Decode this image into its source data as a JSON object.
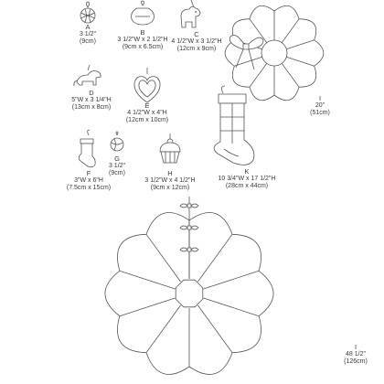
{
  "items": [
    {
      "id": "A",
      "letter": "A",
      "dims": "3 1/2\"",
      "metric": "(9cm)"
    },
    {
      "id": "B",
      "letter": "B",
      "dims": "3 1/2\"W x 2 1/2\"H",
      "metric": "(9cm x 6.5cm)"
    },
    {
      "id": "C",
      "letter": "C",
      "dims": "4 1/2\"W x 3 1/2\"H",
      "metric": "(12cm x 9cm)"
    },
    {
      "id": "D",
      "letter": "D",
      "dims": "5\"W x 3 1/4\"H",
      "metric": "(13cm x 8cm)"
    },
    {
      "id": "E",
      "letter": "E",
      "dims": "4 1/2\"W x 4\"H",
      "metric": "(12cm x 10cm)"
    },
    {
      "id": "F",
      "letter": "F",
      "dims": "3\"W x 6\"H",
      "metric": "(7.5cm x 15cm)"
    },
    {
      "id": "G",
      "letter": "G",
      "dims": "3 1/2\"",
      "metric": "(9cm)"
    },
    {
      "id": "H",
      "letter": "H",
      "dims": "3 1/2\"W x 4 1/2\"H",
      "metric": "(9cm x 12cm)"
    },
    {
      "id": "K",
      "letter": "K",
      "dims": "10 3/4\"W x 17 1/2\"H",
      "metric": "(28cm x 44cm)"
    },
    {
      "id": "Iw",
      "letter": "I",
      "dims": "20\"",
      "metric": "(51cm)"
    },
    {
      "id": "It",
      "letter": "I",
      "dims": "48 1/2\"",
      "metric": "(126cm)"
    }
  ]
}
